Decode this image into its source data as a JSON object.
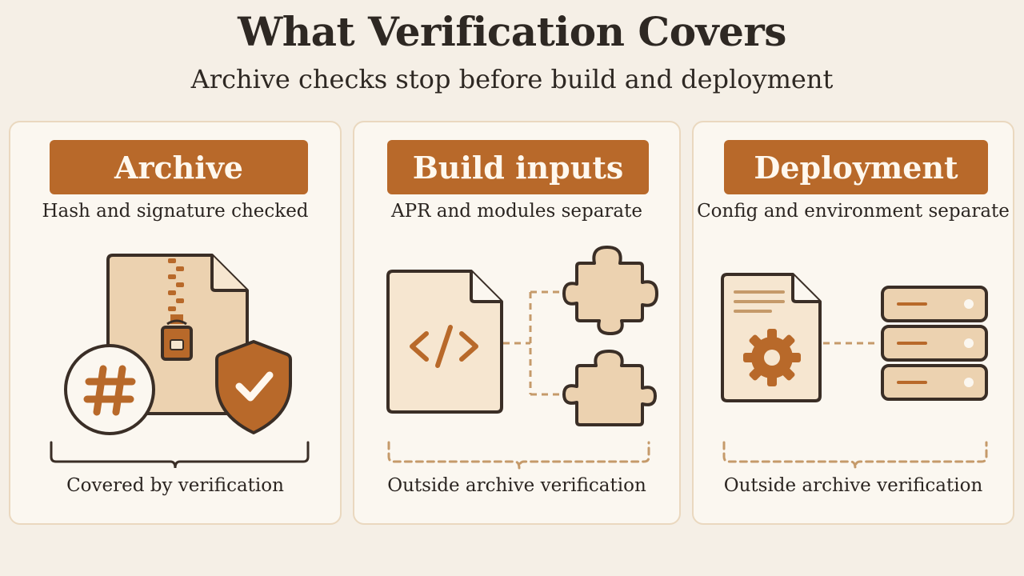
{
  "header": {
    "title": "What Verification Covers",
    "subtitle": "Archive checks stop before build and deployment"
  },
  "panels": [
    {
      "label": "Archive",
      "caption": "Hash and signature checked",
      "footer": "Covered by verification",
      "icons": [
        "zip-archive-icon",
        "hash-icon",
        "shield-check-icon"
      ],
      "bracket_style": "solid"
    },
    {
      "label": "Build inputs",
      "caption": "APR and modules separate",
      "footer": "Outside archive verification",
      "icons": [
        "code-file-icon",
        "puzzle-piece-icon",
        "puzzle-piece-icon"
      ],
      "bracket_style": "dashed"
    },
    {
      "label": "Deployment",
      "caption": "Config and environment separate",
      "footer": "Outside archive verification",
      "icons": [
        "config-file-icon",
        "server-stack-icon"
      ],
      "bracket_style": "dashed"
    }
  ],
  "colors": {
    "background": "#f5efe6",
    "panel": "#fbf7f0",
    "panel_border": "#ead8bf",
    "accent": "#b8692a",
    "icon_fill": "#ecd2b0",
    "outline": "#3a2e26",
    "dashed": "#c59a6a"
  }
}
